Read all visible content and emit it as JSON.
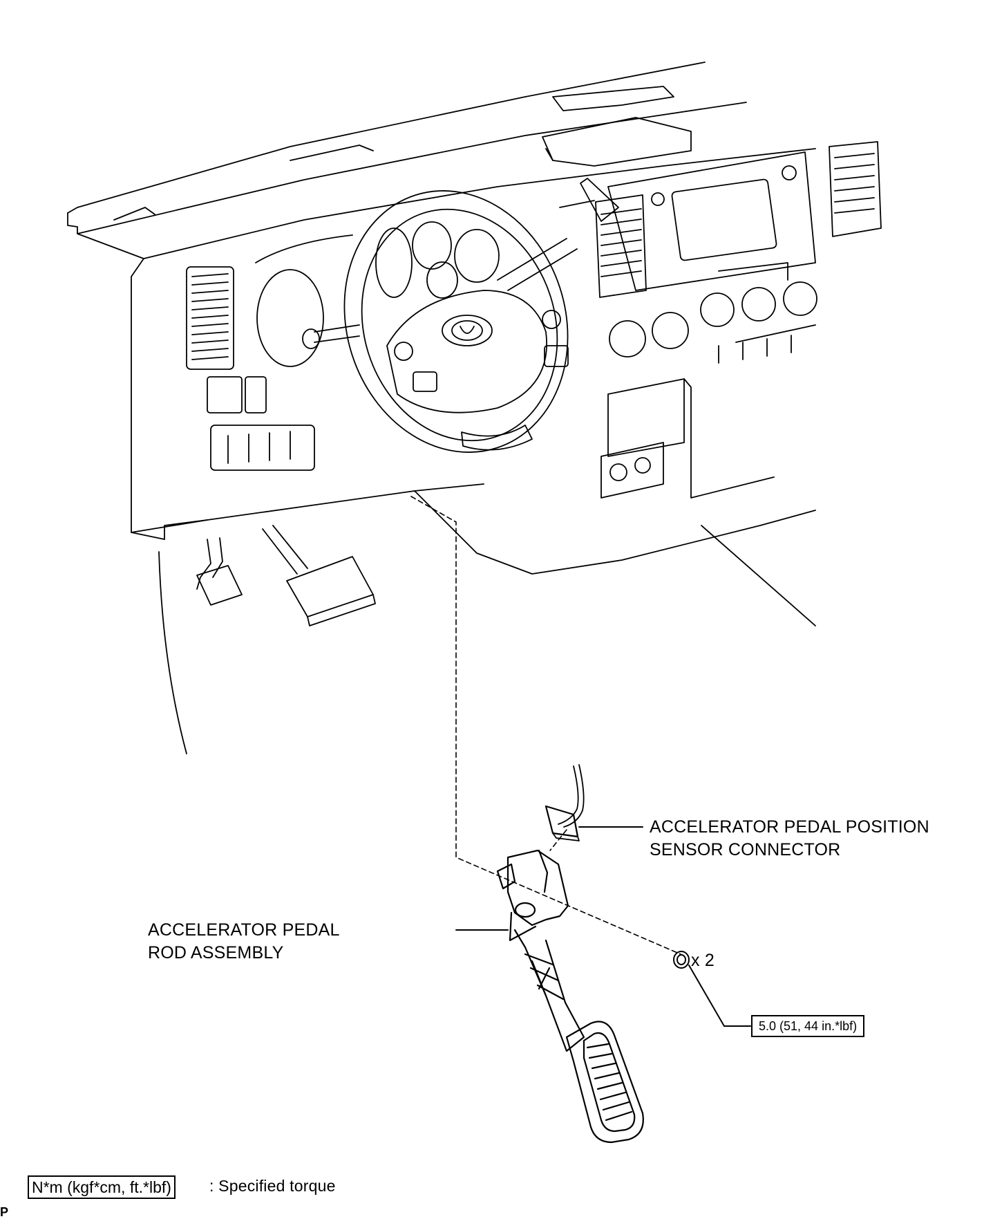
{
  "labels": {
    "sensor_connector_line1": "ACCELERATOR PEDAL POSITION",
    "sensor_connector_line2": "SENSOR CONNECTOR",
    "pedal_rod_line1": "ACCELERATOR PEDAL",
    "pedal_rod_line2": "ROD ASSEMBLY",
    "nut_quantity": "x 2",
    "torque_value": "5.0 (51, 44 in.*lbf)"
  },
  "legend": {
    "torque_unit_box": "N*m (kgf*cm, ft.*lbf)",
    "torque_desc": ": Specified torque"
  },
  "corner_mark": "P",
  "colors": {
    "line": "#000000",
    "background": "#ffffff"
  }
}
